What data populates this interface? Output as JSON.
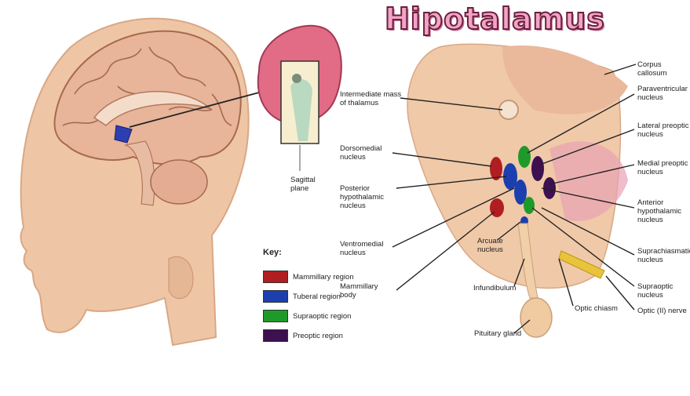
{
  "title": "Hipotalamus",
  "inset_label": "Sagittal\nplane",
  "key": {
    "title": "Key:",
    "items": [
      {
        "label": "Mammillary region",
        "color": "#b01e22"
      },
      {
        "label": "Tuberal region",
        "color": "#1b3fae"
      },
      {
        "label": "Supraoptic region",
        "color": "#1f9a2a"
      },
      {
        "label": "Preoptic region",
        "color": "#3d1050"
      }
    ]
  },
  "labels_left": [
    "Intermediate mass\nof thalamus",
    "Dorsomedial\nnucleus",
    "Posterior\nhypothalamic\nnucleus",
    "Ventromedial\nnucleus",
    "Mammillary\nbody",
    "Arcuate\nnucleus",
    "Infundibulum",
    "Pituitary gland"
  ],
  "labels_right": [
    "Corpus callosum",
    "Paraventricular\nnucleus",
    "Lateral preoptic\nnucleus",
    "Medial preoptic\nnucleus",
    "Anterior\nhypothalamic\nnucleus",
    "Suprachiasmatic\nnucleus",
    "Supraoptic nucleus",
    "Optic chiasm",
    "Optic (II) nerve"
  ]
}
